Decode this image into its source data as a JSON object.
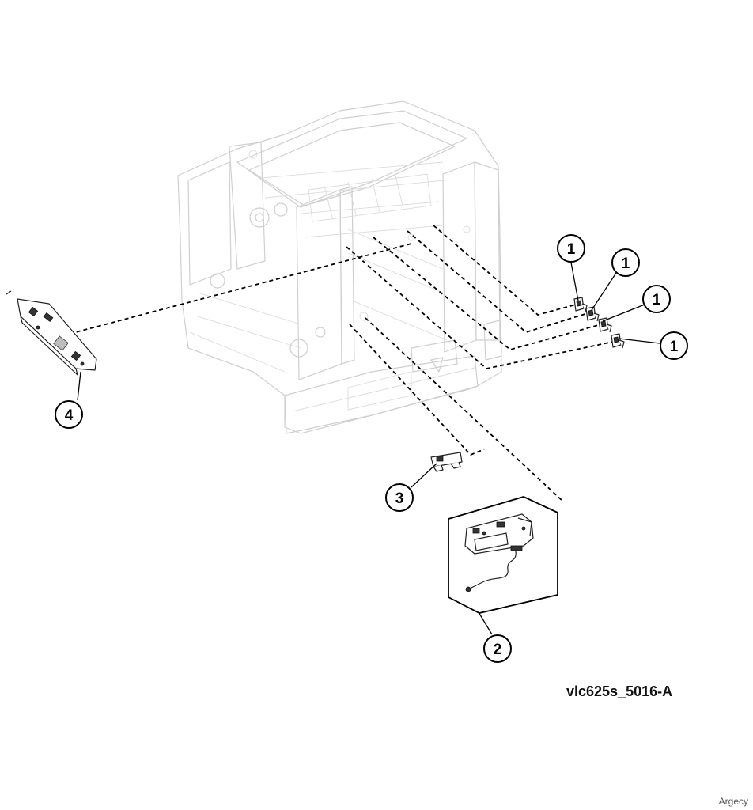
{
  "figure": {
    "id_label": "vlc625s_5016-A",
    "watermark": "Argecy"
  },
  "callouts": [
    {
      "label": "1",
      "part": "sensor-1a"
    },
    {
      "label": "1",
      "part": "sensor-1b"
    },
    {
      "label": "1",
      "part": "sensor-1c"
    },
    {
      "label": "1",
      "part": "sensor-1d"
    },
    {
      "label": "2",
      "part": "sensor-assembly-with-harness"
    },
    {
      "label": "3",
      "part": "bracket"
    },
    {
      "label": "4",
      "part": "control-board"
    }
  ],
  "colors": {
    "ghost_frame": "#cfcfcf",
    "lines": "#000000"
  }
}
